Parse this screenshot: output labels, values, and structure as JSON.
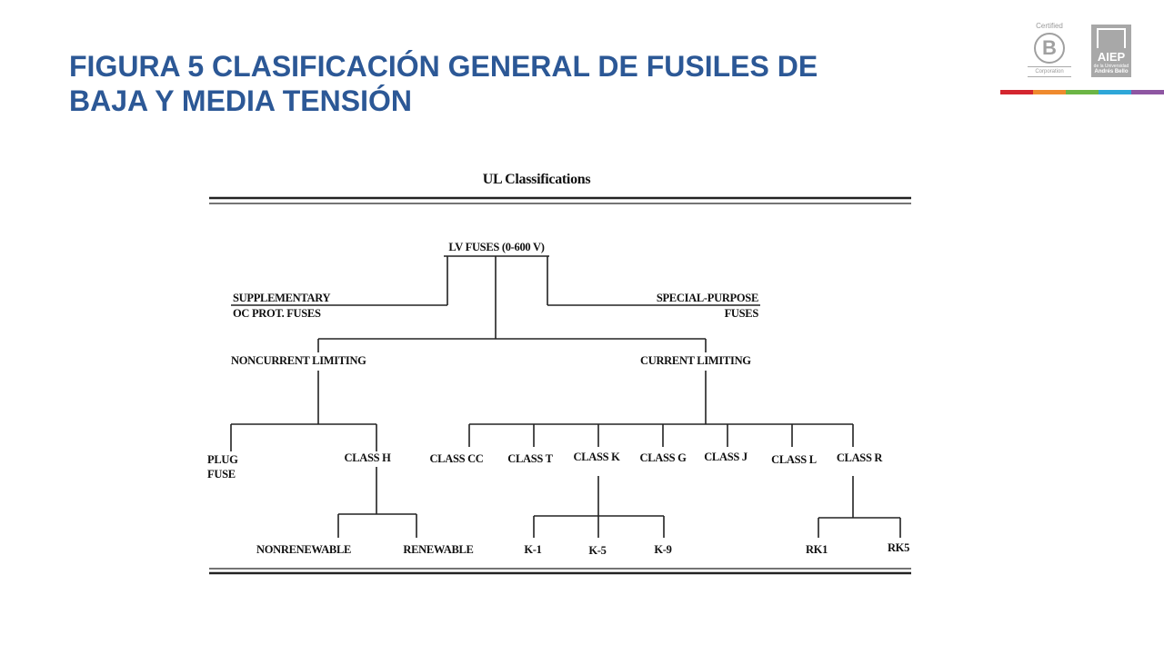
{
  "title": {
    "line1": "FIGURA 5 CLASIFICACIÓN GENERAL DE FUSILES DE",
    "line2": "BAJA Y MEDIA TENSIÓN"
  },
  "logos": {
    "bcorp": {
      "certified": "Certified",
      "letter": "B",
      "corporation": "Corporation"
    },
    "aiep": {
      "name": "AIEP",
      "sub1": "de la Universidad",
      "sub2": "Andrés Bello"
    },
    "bar_colors": [
      "#d4262f",
      "#ef8a2e",
      "#6cb545",
      "#2ea7d8",
      "#8e56a2"
    ]
  },
  "diagram": {
    "header": "UL Classifications",
    "nodes": {
      "lv_fuses": "LV FUSES (0-600 V)",
      "supp_line1": "SUPPLEMENTARY",
      "supp_line2": "OC PROT. FUSES",
      "special_line1": "SPECIAL-PURPOSE",
      "special_line2": "FUSES",
      "noncurrent": "NONCURRENT LIMITING",
      "current": "CURRENT LIMITING",
      "plug_line1": "PLUG",
      "plug_line2": "FUSE",
      "class_h": "CLASS H",
      "class_cc": "CLASS CC",
      "class_t": "CLASS T",
      "class_k": "CLASS K",
      "class_g": "CLASS G",
      "class_j": "CLASS J",
      "class_l": "CLASS L",
      "class_r": "CLASS R",
      "nonrenewable": "NONRENEWABLE",
      "renewable": "RENEWABLE",
      "k1": "K-1",
      "k5": "K-5",
      "k9": "K-9",
      "rk1": "RK1",
      "rk5": "RK5"
    }
  }
}
